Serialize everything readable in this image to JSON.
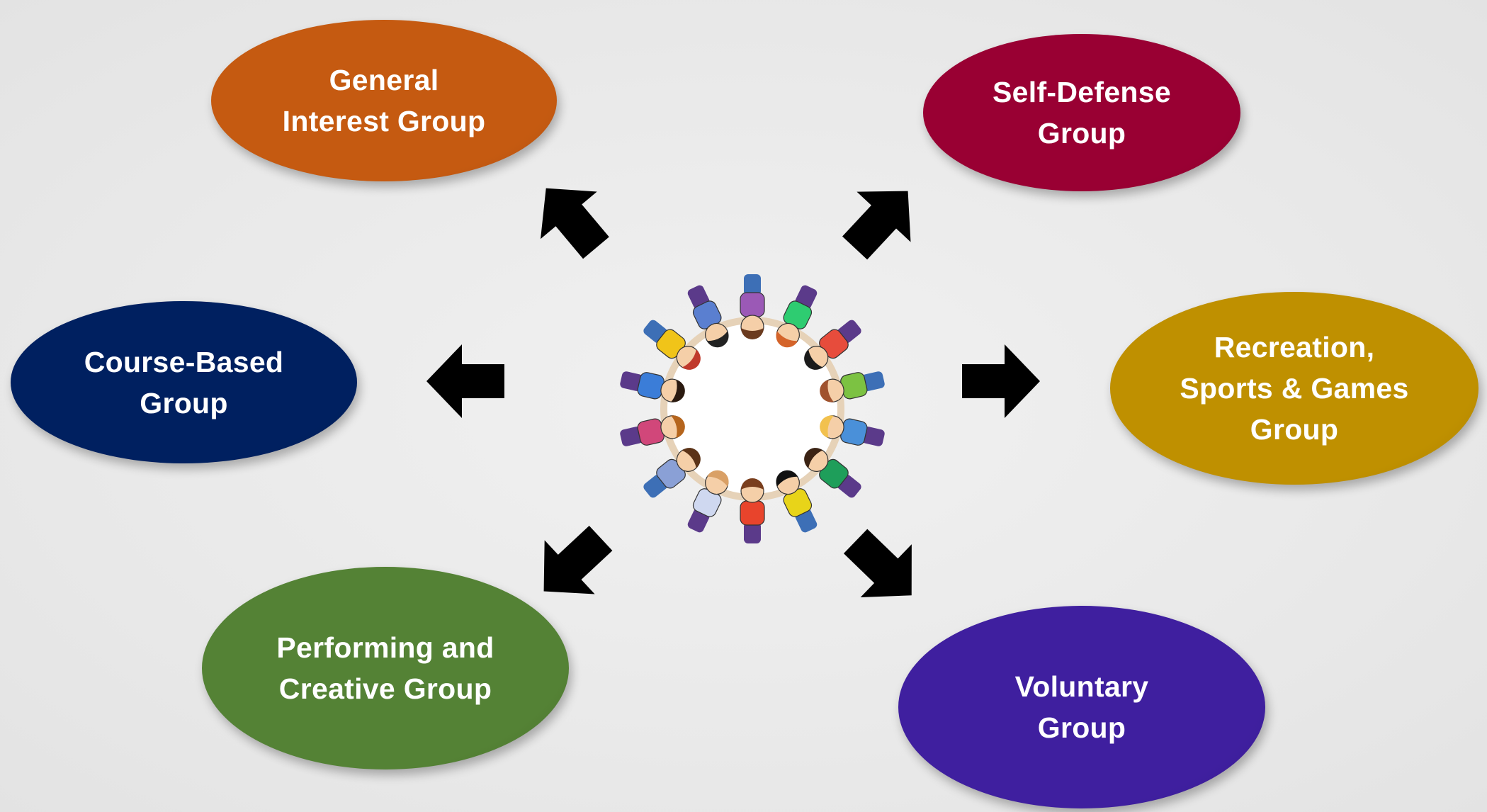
{
  "groups": [
    {
      "id": "general",
      "lines": [
        "General",
        "Interest Group"
      ],
      "color": "#c55a11"
    },
    {
      "id": "selfdef",
      "lines": [
        "Self-Defense",
        "Group"
      ],
      "color": "#990033"
    },
    {
      "id": "course",
      "lines": [
        "Course-Based",
        "Group"
      ],
      "color": "#002060"
    },
    {
      "id": "recreation",
      "lines": [
        "Recreation,",
        "Sports & Games",
        "Group"
      ],
      "color": "#bf9000"
    },
    {
      "id": "performing",
      "lines": [
        "Performing and",
        "Creative Group"
      ],
      "color": "#548235"
    },
    {
      "id": "voluntary",
      "lines": [
        "Voluntary",
        "Group"
      ],
      "color": "#3f1f9f"
    }
  ],
  "icons": {
    "center": "children-holding-hands-circle-icon",
    "arrow": "arrow-icon"
  },
  "colors": {
    "arrow": "#000000",
    "background": "#ebebeb"
  }
}
